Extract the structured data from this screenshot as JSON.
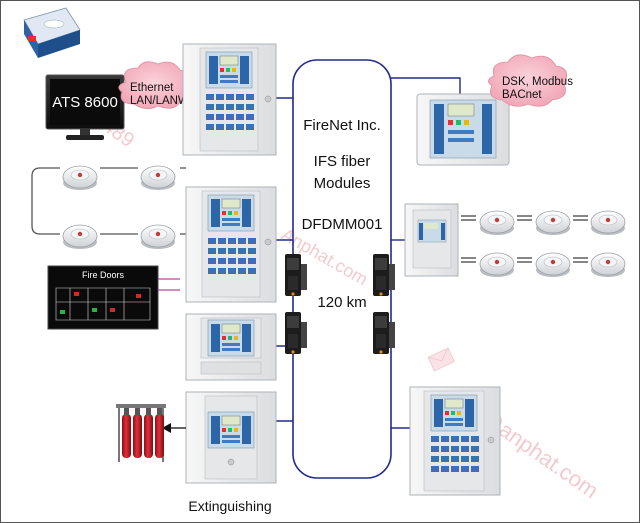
{
  "workstation": {
    "label": "ATS 8600"
  },
  "network_cloud_left": {
    "line1": "Ethernet",
    "line2": "LAN/LANW"
  },
  "network_cloud_right": {
    "line1": "DSK, Modbus",
    "line2": "BACnet"
  },
  "fibre_ring": {
    "title": "FireNet Inc.",
    "line1": "IFS fiber",
    "line2": "Modules",
    "model": "DFDMM001",
    "distance": "120 km"
  },
  "fire_doors": {
    "label": "Fire Doors"
  },
  "extinguishing": {
    "label": "Extinguishing"
  },
  "watermarks": {
    "phone": "0989 489",
    "site": "Anphat.com",
    "email": "info@anphat.com"
  },
  "colors": {
    "connector": "#1f2a8c",
    "cloud": "#f2a9b8",
    "panel": "#ececec",
    "panel_border": "#aeb3b9"
  }
}
